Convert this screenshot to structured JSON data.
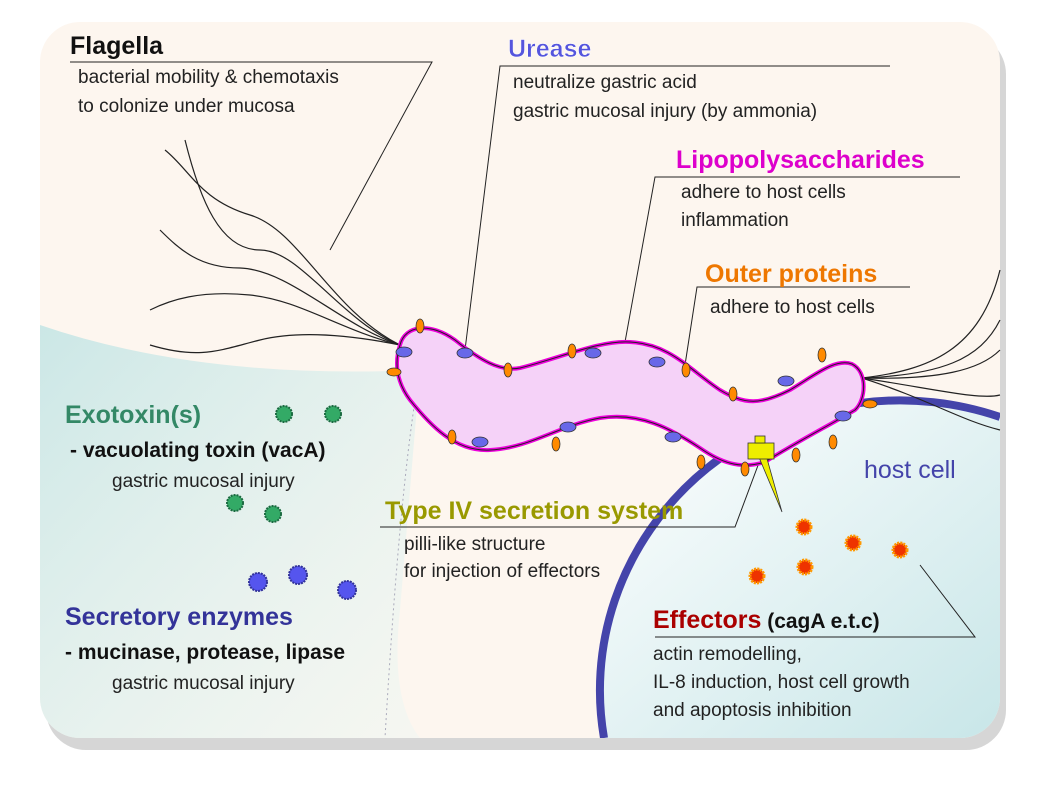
{
  "flagella": {
    "title": "Flagella",
    "line1": "bacterial mobility & chemotaxis",
    "line2": "to colonize under mucosa"
  },
  "urease": {
    "title": "Urease",
    "line1": "neutralize gastric acid",
    "line2": "gastric mucosal injury (by ammonia)"
  },
  "lps": {
    "title": "Lipopolysaccharides",
    "line1": "adhere to host cells",
    "line2": "inflammation"
  },
  "outer": {
    "title": "Outer proteins",
    "line1": "adhere to host cells"
  },
  "exotoxin": {
    "title": "Exotoxin(s)",
    "line1": "- vacuolating toxin (vacA)",
    "line2": "gastric mucosal injury"
  },
  "t4ss": {
    "title": "Type IV  secretion system",
    "line1": "pilli-like structure",
    "line2": "for injection of effectors"
  },
  "host": {
    "label": "host cell"
  },
  "effectors": {
    "title": "Effectors",
    "suffix": " (cagA e.t.c)",
    "line1": "actin remodelling,",
    "line2": "IL-8 induction, host cell growth",
    "line3": "and apoptosis inhibition"
  },
  "enzymes": {
    "title": "Secretory enzymes",
    "line1": "- mucinase, protease, lipase",
    "line2": "gastric mucosal injury"
  },
  "colors": {
    "background": "#fdf6ef",
    "bacterium_fill": "#f5d2f8",
    "membrane": "#ee00dd",
    "flagella_title": "#111111",
    "urease": "#5555dd",
    "lps": "#dd00cc",
    "outer": "#ee7700",
    "exotoxin": "#338866",
    "t4ss": "#999900",
    "effectors": "#aa0000",
    "enzymes": "#333399",
    "host_membrane": "#4444aa"
  }
}
